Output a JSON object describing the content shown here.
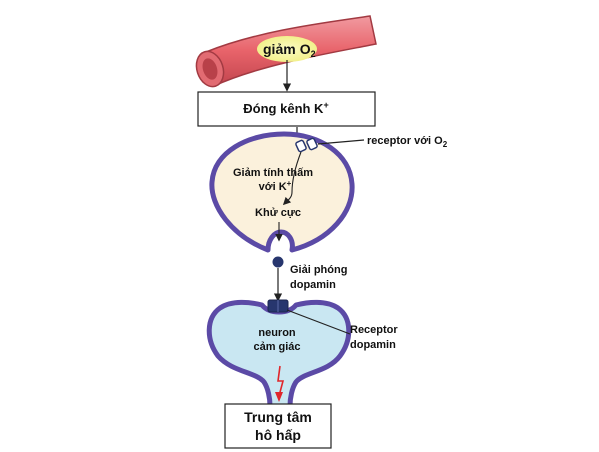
{
  "vessel": {
    "label": "giảm",
    "o2_symbol": "O",
    "o2_subscript": "2"
  },
  "k_channel_box": {
    "label": "Đóng kênh K",
    "superscript": "+"
  },
  "o2_receptor": {
    "label": "receptor với O",
    "subscript": "2"
  },
  "cell": {
    "line1": "Giảm tính thấm",
    "line2": "với K",
    "line2_superscript": "+",
    "line3": "Khử cực"
  },
  "dopamine_release": {
    "line1": "Giải phóng",
    "line2": "dopamin"
  },
  "neuron": {
    "line1": "neuron",
    "line2": "cảm giác"
  },
  "dopamine_receptor": {
    "line1": "Receptor",
    "line2": "dopamin"
  },
  "respiratory_center": {
    "line1": "Trung tâm",
    "line2": "hô hấp"
  },
  "colors": {
    "vessel_fill": "#e8636a",
    "vessel_dark": "#c2454e",
    "highlight": "#f6f59a",
    "cell_fill": "#fbf1dc",
    "cell_border": "#5b4aa6",
    "neuron_fill": "#c9e7f2",
    "receptor_fill": "#27366e",
    "signal": "#e0262b"
  }
}
